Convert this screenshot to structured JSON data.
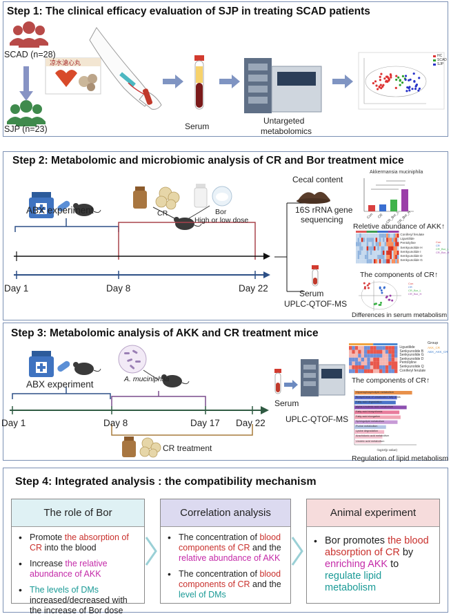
{
  "step1": {
    "title": "Step 1: The clinical efficacy evaluation of SJP in treating SCAD patients",
    "scad_label": "SCAD (n=28)",
    "sjp_label": "SJP (n=23)",
    "package_text": "凉水滄心丸",
    "serum": "Serum",
    "untargeted": "Untargeted",
    "metabolomics": "metabolomics",
    "pca_legend": [
      "HC",
      "SCAD",
      "SJP"
    ]
  },
  "step2": {
    "title": "Step 2: Metabolomic and microbiomic analysis of CR and Bor treatment mice",
    "abx": "ABX experiment",
    "cr": "CR",
    "bor": "Bor",
    "dose": "High or low dose",
    "day1": "Day 1",
    "day8": "Day 8",
    "day22": "Day 22",
    "cecal": "Cecal content",
    "rrna1": "16S rRNA gene",
    "rrna2": "sequencing",
    "serum": "Serum",
    "uplc": "UPLC-QTOF-MS",
    "akk_title": "Akkermansia muciniphila",
    "akk_caption": "Reletive abundance of AKK↑",
    "components_caption": "The components of CR↑",
    "diff_caption": "Differences in serum metabolism",
    "heat_rows": [
      "Coniferyl ferulate",
      "Ligustilide",
      "Pentolyline",
      "Senkyunolide H",
      "Senkyunolide I",
      "Senkyunolide D",
      "Senkyunolide G"
    ],
    "bar_cats": [
      "Con",
      "CR",
      "CR_Bor_L",
      "CR_Bor_H"
    ],
    "bar_colors": [
      "#d94040",
      "#3a6fd1",
      "#3fb34a",
      "#9a3fa8"
    ],
    "heat_legend": [
      "Con",
      "CR",
      "CR_Bor_L",
      "CR_Bor_H"
    ],
    "scatter_legend": [
      "Con",
      "CR",
      "CR_Bor_L",
      "CR_Bor_H"
    ]
  },
  "step3": {
    "title": "Step 3: Metabolomic analysis of AKK and CR treatment mice",
    "abx": "ABX experiment",
    "akk": "A. muciniphila",
    "day1": "Day 1",
    "day8": "Day 8",
    "day17": "Day 17",
    "day22": "Day 22",
    "cr_treatment": "CR treatment",
    "serum": "Serum",
    "uplc": "UPLC-QTOF-MS",
    "components_caption": "The components of CR↑",
    "lipid_caption": "Regulation of lipid metabolism",
    "heat_rows": [
      "Ligustilide",
      "Senkyunolide B",
      "Senkyunolide G",
      "Senkyunolide D",
      "Pentolyline",
      "Senkyunolide Q",
      "Coniferyl ferulate"
    ],
    "heat_legend_title": "Group",
    "heat_legend": [
      "AKK_CR",
      "ABX_AKK_CR"
    ],
    "pathways": [
      "Glycerophospholipid metabolism",
      "Biosynthesis of unsaturated fatty acids",
      "Fatty acid degradation",
      "alpha-Linolenic acid metabolism",
      "Fatty acid biosynthesis",
      "Fatty acid elongation",
      "Sphingolipid metabolism",
      "Purine metabolism",
      "Lysine degradation",
      "Arachidonic acid metabolism",
      "Linoleic acid metabolism"
    ],
    "pathway_values": [
      9.5,
      7.0,
      6.8,
      8.6,
      7.4,
      7.6,
      7.1,
      5.2,
      4.9,
      4.6,
      4.4
    ],
    "pathway_colors": [
      "#e8904a",
      "#5b6bd0",
      "#4a74c8",
      "#8c4fb0",
      "#e87c9c",
      "#f0a4b4",
      "#c79ad6",
      "#b2c4e4",
      "#f2b8c8",
      "#f4c6d2",
      "#f7d3dd"
    ],
    "bar_xlabel": "-log10(p value)"
  },
  "step4": {
    "title": "Step 4: Integrated analysis : the compatibility mechanism",
    "card1": {
      "title": "The role of Bor",
      "b1a": "Promote ",
      "b1b": "the absorption of CR",
      "b1c": " into the blood",
      "b2a": "Increase ",
      "b2b": "the relative abundance of AKK",
      "b3a": "The levels of DMs",
      "b3b": " increased/decreased with the increase of Bor dose"
    },
    "card2": {
      "title": "Correlation analysis",
      "b1a": "The concentration of ",
      "b1b": "blood components of CR",
      "b1c": " and the ",
      "b1d": "relative abundance of AKK",
      "b2a": "The concentration of ",
      "b2b": "blood components of CR",
      "b2c": " and the ",
      "b2d": "level of DMs"
    },
    "card3": {
      "title": "Animal experiment",
      "b1a": "Bor promotes ",
      "b1b": "the blood absorption of CR",
      "b1c": " by ",
      "b1d": "enriching AKK",
      "b1e": " to ",
      "b1f": "regulate lipid metabolism"
    }
  },
  "colors": {
    "border": "#7a8fb3",
    "card1_head": "#dff1f4",
    "card2_head": "#dcdaf0",
    "card3_head": "#f6dcdc",
    "red": "#c9302c",
    "pink": "#c42aa8",
    "teal": "#1a9a96",
    "timeline_blue": "#2c4f86",
    "timeline_red": "#a8434c",
    "timeline_purple": "#7a4b8c",
    "timeline_brown": "#a77a3a",
    "timeline_green": "#2f5a42"
  }
}
